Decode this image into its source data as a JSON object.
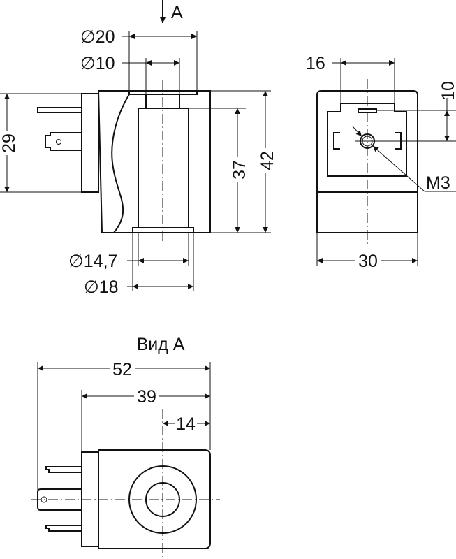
{
  "colors": {
    "ink": "#111111",
    "paper": "#ffffff"
  },
  "front_view": {
    "view_arrow": "A",
    "d_outer_top": "∅20",
    "d_bore_top": "∅10",
    "d_tube": "∅14,7",
    "d_bottom": "∅18",
    "h_connector": "29",
    "h_inner": "37",
    "h_total": "42"
  },
  "side_view": {
    "w_connector": "16",
    "offset": "10",
    "thread": "M3",
    "w_body": "30"
  },
  "top_view": {
    "title": "Вид А",
    "w_total": "52",
    "w_body": "39",
    "offset_center": "14"
  }
}
